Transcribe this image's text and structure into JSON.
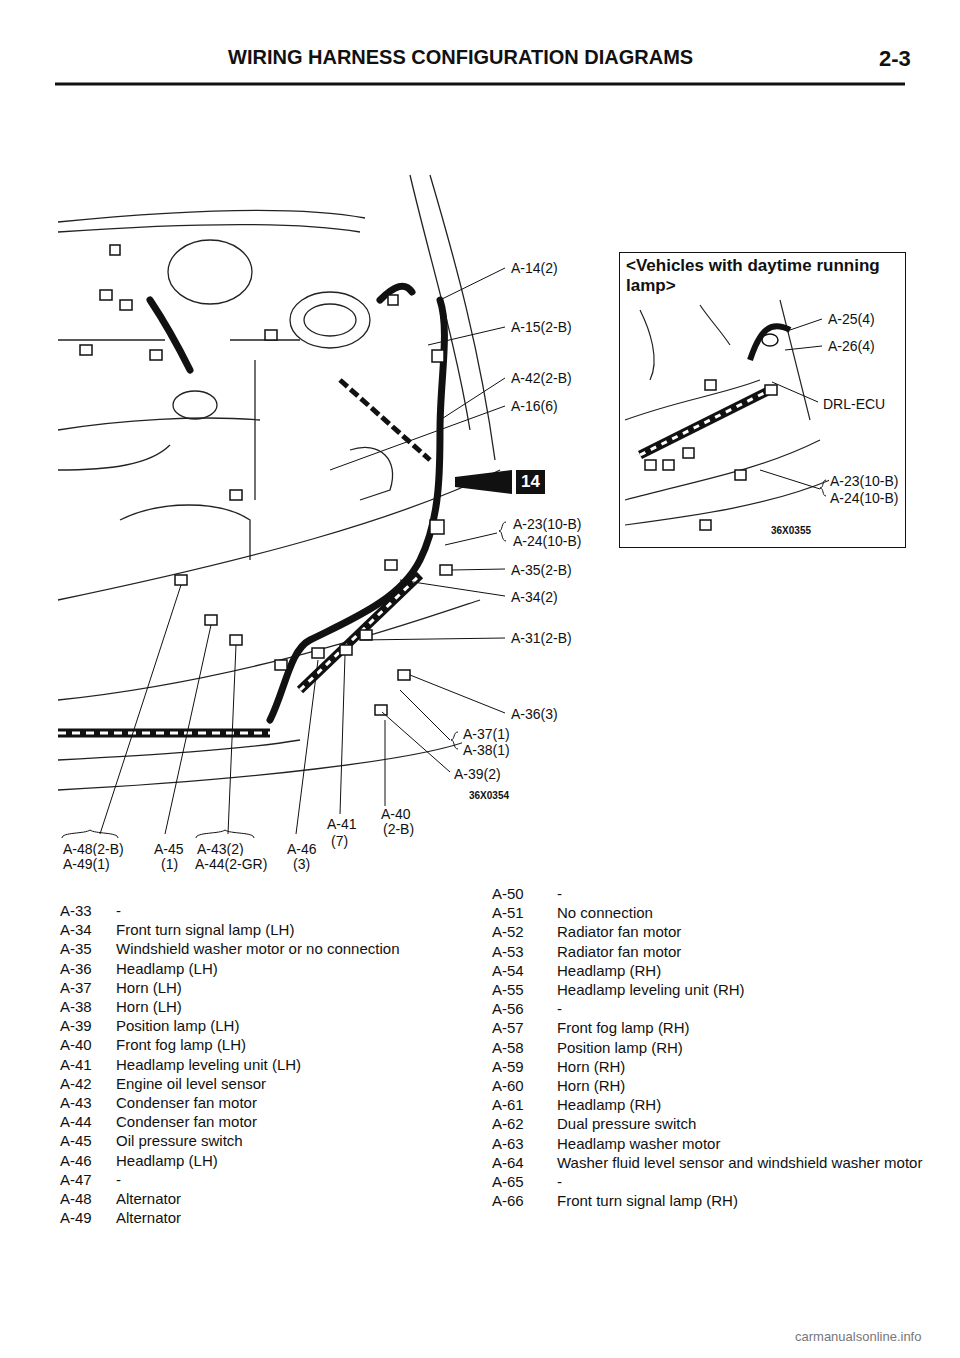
{
  "diagram": {
    "title": "WIRING HARNESS CONFIGURATION DIAGRAMS",
    "nodes": [
      {
        "text": [
          "<Vehicles with daytime running lamp>"
        ]
      },
      {
        "text": [
          "14"
        ]
      }
    ],
    "labels": [
      "2-3",
      "A-14(2)",
      "A-15(2-B)",
      "A-42(2-B)",
      "A-16(6)",
      "A-23(10-B)",
      "A-24(10-B)",
      "A-35(2-B)",
      "A-34(2)",
      "A-31(2-B)",
      "A-36(3)",
      "A-37(1)",
      "A-38(1)",
      "A-39(2)",
      "36X0354",
      "A-40",
      "(2-B)",
      "A-41",
      "(7)",
      "A-48(2-B)",
      "A-49(1)",
      "A-45",
      "(1)",
      "A-43(2)",
      "A-44(2-GR)",
      "A-46",
      "(3)",
      "A-25(4)",
      "A-26(4)",
      "DRL-ECU",
      "A-23(10-B)",
      "A-24(10-B)",
      "36X0355",
      "A-33",
      "-",
      "A-34",
      "Front turn signal lamp (LH)",
      "A-35",
      "Windshield washer motor or no connection",
      "A-36",
      "Headlamp (LH)",
      "A-37",
      "Horn (LH)",
      "A-38",
      "Horn (LH)",
      "A-39",
      "Position lamp (LH)",
      "A-40",
      "Front fog lamp (LH)",
      "A-41",
      "Headlamp leveling unit (LH)",
      "A-42",
      "Engine oil level sensor",
      "A-43",
      "Condenser fan motor",
      "A-44",
      "Condenser fan motor",
      "A-45",
      "Oil pressure switch",
      "A-46",
      "Headlamp (LH)",
      "A-47",
      "-",
      "A-48",
      "Alternator",
      "A-49",
      "Alternator",
      "A-50",
      "-",
      "A-51",
      "No connection",
      "A-52",
      "Radiator fan motor",
      "A-53",
      "Radiator fan motor",
      "A-54",
      "Headlamp (RH)",
      "A-55",
      "Headlamp leveling unit (RH)",
      "A-56",
      "-",
      "A-57",
      "Front fog lamp (RH)",
      "A-58",
      "Position lamp (RH)",
      "A-59",
      "Horn (RH)",
      "A-60",
      "Horn (RH)",
      "A-61",
      "Headlamp (RH)",
      "A-62",
      "Dual pressure switch",
      "A-63",
      "Headlamp washer motor",
      "A-64",
      "Washer fluid level sensor and windshield washer motor",
      "A-65",
      "-",
      "A-66",
      "Front turn signal lamp (RH)",
      "carmanualsonline.info"
    ]
  }
}
